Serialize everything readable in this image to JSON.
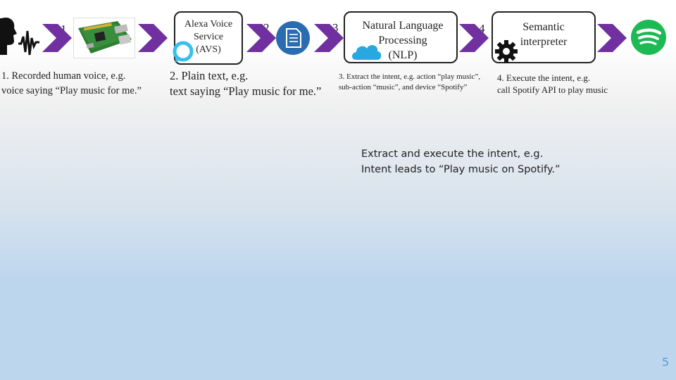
{
  "steps": {
    "n1": "1",
    "n2": "2",
    "n3": "3",
    "n4": "4"
  },
  "boxes": {
    "avs": "Alexa Voice\nService\n(AVS)",
    "nlp": "Natural Language\nProcessing\n(NLP)",
    "semantic": "Semantic\ninterpreter"
  },
  "captions": {
    "c1": "1. Recorded human voice, e.g.\nvoice saying “Play music for me.”",
    "c2": "2. Plain text, e.g.\ntext saying “Play music for me.”",
    "c3": "3. Extract the intent, e.g. action “play music”,\nsub-action “music”, and device “Spotify”",
    "c4": "4. Execute the intent, e.g.\ncall  Spotify API to play music"
  },
  "summary": "Extract and execute the intent, e.g.\nIntent leads to “Play music on Spotify.”",
  "page_number": "5",
  "colors": {
    "chevron": "#7030a0",
    "spotify": "#1db954",
    "doc": "#2b6cb0",
    "cloud": "#29a8e0",
    "page_number": "#5b9bd5"
  },
  "icons": [
    "voice-head-icon",
    "raspberry-pi-image",
    "alexa-ring-icon",
    "document-icon",
    "cloud-icon",
    "gear-icon",
    "spotify-icon"
  ]
}
